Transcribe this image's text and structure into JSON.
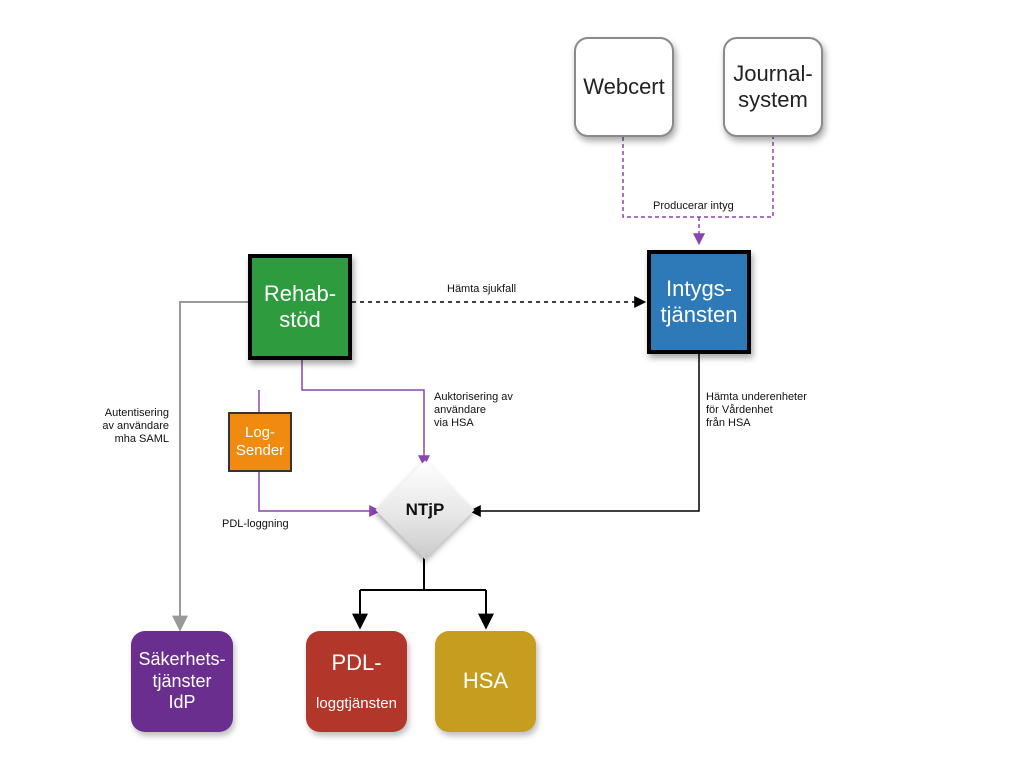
{
  "nodes": {
    "webcert": "Webcert",
    "journalsystem": "Journal-\nsystem",
    "rehabstod": "Rehab-\nstöd",
    "intygstjansten": "Intygs-\ntjänsten",
    "logsender": "Log-\nSender",
    "ntjp": "NTjP",
    "sakerhetstjanster": "Säkerhets-\ntjänster\nIdP",
    "pdl": "PDL-\nloggtjänsten",
    "pdl_line1": "PDL-",
    "pdl_line2": "loggtjänsten",
    "hsa": "HSA"
  },
  "labels": {
    "producerar": "Producerar intyg",
    "hamta_sjukfall": "Hämta sjukfall",
    "autentisering": "Autentisering\nav användare\nmha SAML",
    "auktorisering": "Auktorisering av\nanvändare\nvia HSA",
    "hamta_underenheter": "Hämta underenheter\nför Vårdenhet\nfrån HSA",
    "pdl_loggning": "PDL-loggning"
  },
  "colors": {
    "rehabstod": "#2e9b3e",
    "intygstjansten": "#2e7ab8",
    "logsender": "#f08a10",
    "sakerhetstjanster": "#6a2e8e",
    "pdl": "#b2362a",
    "hsa": "#c79d1f",
    "purple_line": "#8b45b0",
    "gray_line": "#999999",
    "black_line": "#000000"
  }
}
